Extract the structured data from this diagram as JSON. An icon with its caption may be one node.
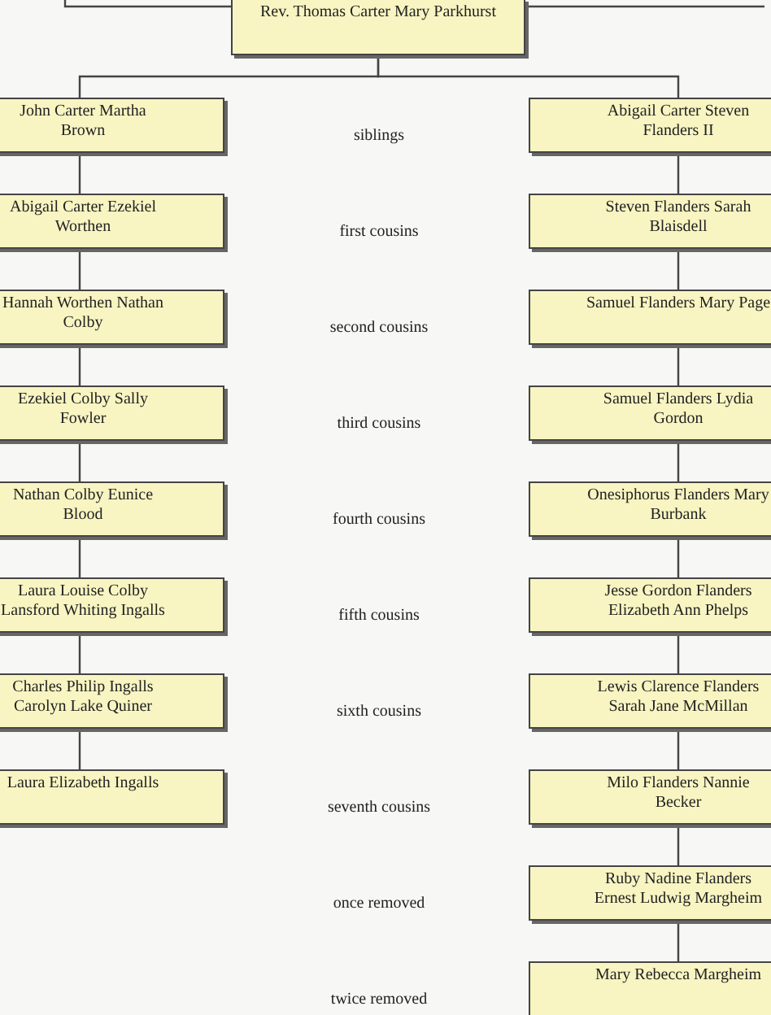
{
  "diagram": {
    "nodes": [
      {
        "text": [
          "Rev. Thomas Carter Mary Parkhurst"
        ]
      },
      {
        "text": [
          "John Carter Martha Brown"
        ]
      },
      {
        "text": [
          "Abigail Carter Steven Flanders II"
        ]
      },
      {
        "text": [
          "Abigail Carter Ezekiel Worthen"
        ]
      },
      {
        "text": [
          "Steven Flanders Sarah Blaisdell"
        ]
      },
      {
        "text": [
          "Hannah Worthen Nathan Colby"
        ]
      },
      {
        "text": [
          "Samuel Flanders Mary Page"
        ]
      },
      {
        "text": [
          "Ezekiel Colby Sally Fowler"
        ]
      },
      {
        "text": [
          "Samuel Flanders Lydia Gordon"
        ]
      },
      {
        "text": [
          "Nathan Colby Eunice Blood"
        ]
      },
      {
        "text": [
          "Onesiphorus Flanders Mary Burbank"
        ]
      },
      {
        "text": [
          "Laura Louise Colby Lansford Whiting Ingalls"
        ]
      },
      {
        "text": [
          "Jesse Gordon Flanders Elizabeth Ann Phelps"
        ]
      },
      {
        "text": [
          "Charles Philip Ingalls Carolyn Lake Quiner"
        ]
      },
      {
        "text": [
          "Lewis Clarence Flanders Sarah Jane McMillan"
        ]
      },
      {
        "text": [
          "Laura Elizabeth Ingalls"
        ]
      },
      {
        "text": [
          "Milo Flanders Nannie Becker"
        ]
      },
      {
        "text": [
          "Ruby Nadine Flanders Ernest Ludwig Margheim"
        ]
      },
      {
        "text": [
          "Mary Rebecca Margheim"
        ]
      }
    ],
    "edges": [
      {
        "from": 0,
        "to": 1,
        "arrow": "none"
      },
      {
        "from": 0,
        "to": 2,
        "arrow": "none"
      },
      {
        "from": 1,
        "to": 3,
        "arrow": "none"
      },
      {
        "from": 2,
        "to": 4,
        "arrow": "none"
      },
      {
        "from": 3,
        "to": 5,
        "arrow": "none"
      },
      {
        "from": 4,
        "to": 6,
        "arrow": "none"
      },
      {
        "from": 5,
        "to": 7,
        "arrow": "none"
      },
      {
        "from": 6,
        "to": 8,
        "arrow": "none"
      },
      {
        "from": 7,
        "to": 9,
        "arrow": "none"
      },
      {
        "from": 8,
        "to": 10,
        "arrow": "none"
      },
      {
        "from": 9,
        "to": 11,
        "arrow": "none"
      },
      {
        "from": 10,
        "to": 12,
        "arrow": "none"
      },
      {
        "from": 11,
        "to": 13,
        "arrow": "none"
      },
      {
        "from": 12,
        "to": 14,
        "arrow": "none"
      },
      {
        "from": 13,
        "to": 15,
        "arrow": "none"
      },
      {
        "from": 14,
        "to": 16,
        "arrow": "none"
      },
      {
        "from": 16,
        "to": 17,
        "arrow": "none"
      },
      {
        "from": 17,
        "to": 18,
        "arrow": "none"
      }
    ],
    "labels": [
      "siblings",
      "first cousins",
      "second cousins",
      "third cousins",
      "fourth cousins",
      "fifth cousins",
      "sixth cousins",
      "seventh cousins",
      "once removed",
      "twice removed"
    ]
  }
}
